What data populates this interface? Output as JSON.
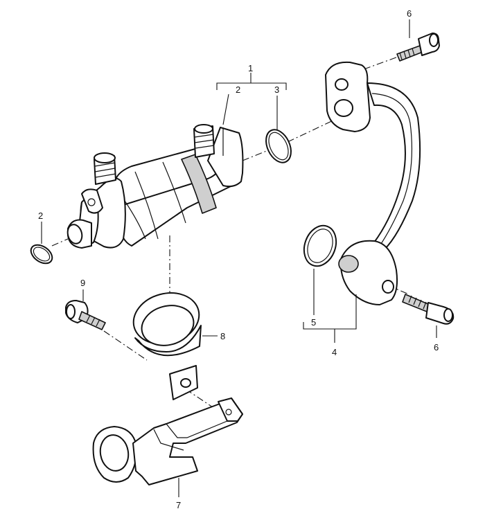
{
  "diagram": {
    "callouts": [
      {
        "id": "c1",
        "label": "1"
      },
      {
        "id": "c2a",
        "label": "2"
      },
      {
        "id": "c2b",
        "label": "2"
      },
      {
        "id": "c3",
        "label": "3"
      },
      {
        "id": "c4",
        "label": "4"
      },
      {
        "id": "c5",
        "label": "5"
      },
      {
        "id": "c6a",
        "label": "6"
      },
      {
        "id": "c6b",
        "label": "6"
      },
      {
        "id": "c7",
        "label": "7"
      },
      {
        "id": "c8",
        "label": "8"
      },
      {
        "id": "c9",
        "label": "9"
      }
    ]
  }
}
